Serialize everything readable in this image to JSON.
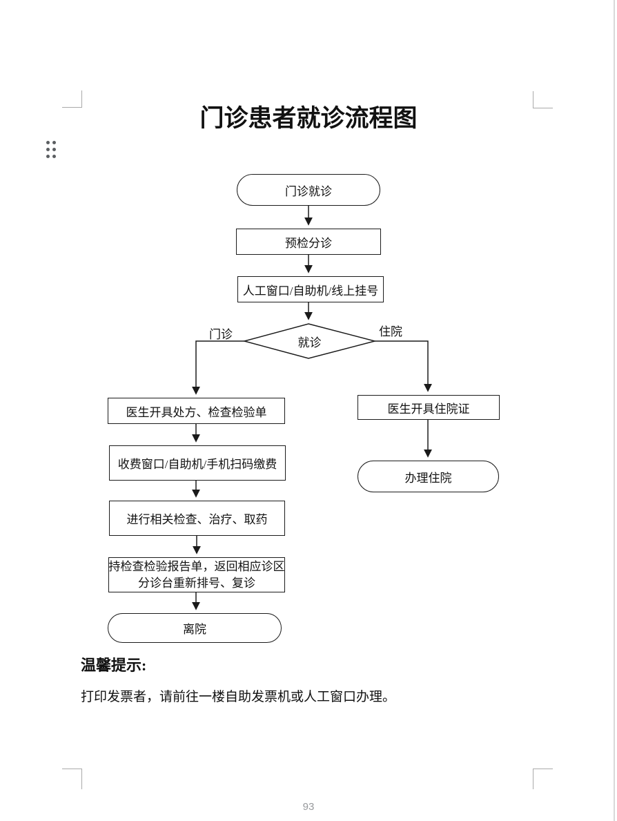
{
  "page": {
    "title": "门诊患者就诊流程图",
    "page_number": "93"
  },
  "flowchart": {
    "start": "门诊就诊",
    "triage": "预检分诊",
    "register": "人工窗口/自助机/线上挂号",
    "decision": "就诊",
    "branch_left": "门诊",
    "branch_right": "住院",
    "prescription": "医生开具处方、检查检验单",
    "payment": "收费窗口/自助机/手机扫码缴费",
    "treatment": "进行相关检查、治疗、取药",
    "report_line1": "持检查检验报告单，返回相应诊区",
    "report_line2": "分诊台重新排号、复诊",
    "leave": "离院",
    "admission_cert": "医生开具住院证",
    "admission": "办理住院"
  },
  "tips": {
    "heading": "温馨提示:",
    "body": "打印发票者，请前往一楼自助发票机或人工窗口办理。"
  },
  "icons": {
    "drag_handle": "six-dot-drag-handle"
  },
  "colors": {
    "line": "#1a1a1a",
    "crop_mark": "#a9a9a9",
    "page_number": "#97999c",
    "handle_dot": "#5b5e61",
    "edge_line": "#d8d8d8"
  }
}
